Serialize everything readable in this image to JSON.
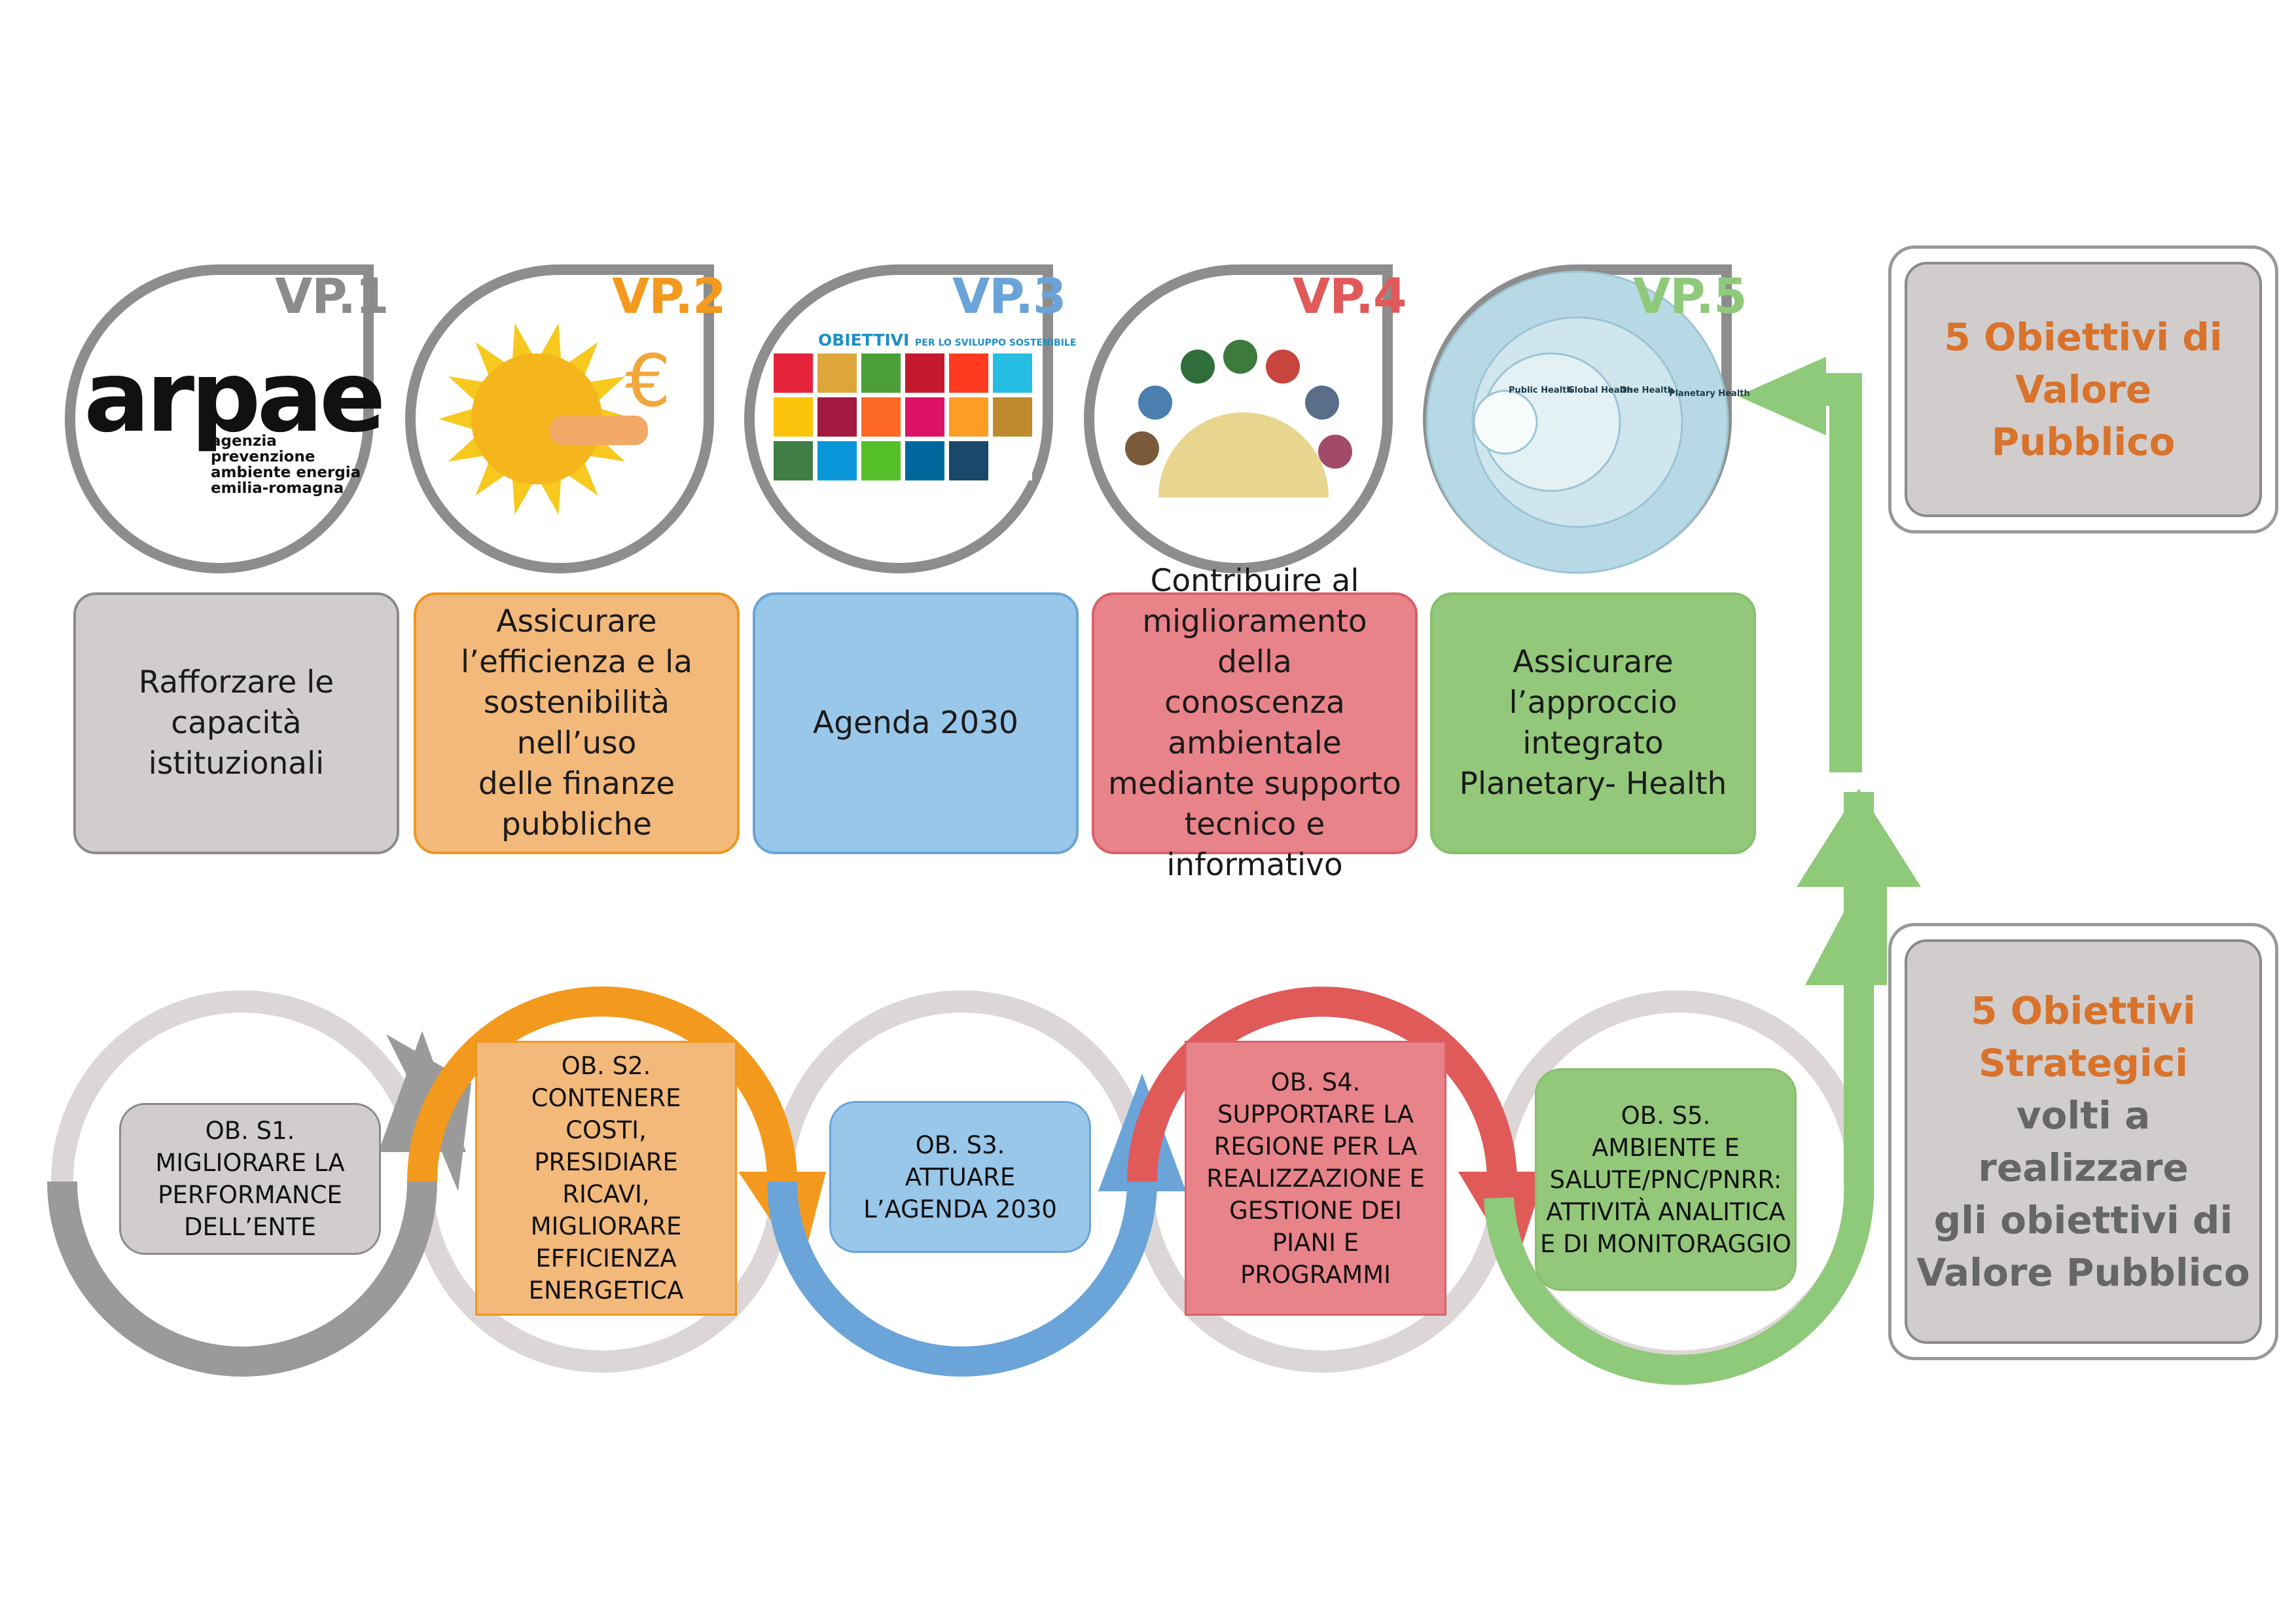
{
  "value_objectives": [
    {
      "code": "VP.1",
      "color": "#8b8b8b",
      "box_color": "#d0cdcc",
      "box_border": "#8a8a8a",
      "text": [
        "Rafforzare le",
        "capacità",
        "istituzionali"
      ]
    },
    {
      "code": "VP.2",
      "color": "#f39a1e",
      "box_color": "#f2b97a",
      "box_border": "#ef9620",
      "text": [
        "Assicurare",
        "l’efficienza e la",
        "sostenibilità nell’uso",
        "delle finanze",
        "pubbliche"
      ]
    },
    {
      "code": "VP.3",
      "color": "#6aa4d8",
      "box_color": "#99c7ea",
      "box_border": "#6aa4d8",
      "text": [
        "Agenda 2030"
      ]
    },
    {
      "code": "VP.4",
      "color": "#e05a5a",
      "box_color": "#e8838a",
      "box_border": "#d8616b",
      "text": [
        "Contribuire al",
        "miglioramento della",
        "conoscenza",
        "ambientale",
        "mediante supporto",
        "tecnico e informativo"
      ]
    },
    {
      "code": "VP.5",
      "color": "#8fc97a",
      "box_color": "#93c87a",
      "box_border": "#86c06b",
      "text": [
        "Assicurare",
        "l’approccio",
        "integrato",
        "Planetary- Health"
      ]
    }
  ],
  "logo": {
    "word": "arpae",
    "subtitle": [
      "agenzia",
      "prevenzione",
      "ambiente energia",
      "emilia-romagna"
    ]
  },
  "sdg": {
    "title": "OBIETTIVI",
    "subtitle": "PER LO SVILUPPO SOSTENIBILE",
    "tile_colors": [
      "#e5243b",
      "#dda63a",
      "#4c9f38",
      "#c5192d",
      "#ff3a21",
      "#26bde2",
      "#fcc30b",
      "#a21942",
      "#fd6925",
      "#dd1367",
      "#fd9d24",
      "#bf8b2e",
      "#3f7e44",
      "#0a97d9",
      "#56c02b",
      "#00689d",
      "#19486a",
      "#ffffff"
    ]
  },
  "planetary_health": {
    "labels": [
      "Public Health",
      "Global Health",
      "One Health",
      "Planetary Health"
    ]
  },
  "strategic_objectives": [
    {
      "lines": [
        "OB. S1.",
        "MIGLIORARE LA",
        "PERFORMANCE",
        "DELL’ENTE"
      ],
      "box_color": "#d0cdcc",
      "border": "#8a8a8a",
      "arrow_color": "#9a9a9a"
    },
    {
      "lines": [
        "OB. S2.",
        "CONTENERE",
        "COSTI,",
        "PRESIDIARE",
        "RICAVI,",
        "MIGLIORARE",
        "EFFICIENZA",
        "ENERGETICA"
      ],
      "box_color": "#f2b97a",
      "border": "#ef9620",
      "arrow_color": "#f39a1e"
    },
    {
      "lines": [
        "OB. S3.",
        "ATTUARE",
        "L’AGENDA 2030"
      ],
      "box_color": "#99c7ea",
      "border": "#6aa4d8",
      "arrow_color": "#6aa4d8"
    },
    {
      "lines": [
        "OB. S4.",
        "SUPPORTARE LA",
        "REGIONE PER LA",
        "REALIZZAZIONE E",
        "GESTIONE DEI",
        "PIANI E",
        "PROGRAMMI"
      ],
      "box_color": "#e8838a",
      "border": "#d8616b",
      "arrow_color": "#e05a5a"
    },
    {
      "lines": [
        "OB. S5.",
        "AMBIENTE E",
        "SALUTE/PNC/PNRR:",
        "ATTIVITÀ ANALITICA",
        "E DI MONITORAGGIO"
      ],
      "box_color": "#93c87a",
      "border": "#86c06b",
      "arrow_color": "#8fc97a"
    }
  ],
  "side_panels": {
    "value": {
      "line1": "5 Obiettivi di",
      "line2": "Valore",
      "line3": "Pubblico"
    },
    "strategic": {
      "orange1": "5 Obiettivi",
      "orange2": "Strategici",
      "grey1": "volti a realizzare",
      "grey2": "gli obiettivi di",
      "grey3": "Valore Pubblico"
    }
  },
  "colors": {
    "green_arrow": "#8fc97a",
    "ring_grey": "#dcd7d6"
  }
}
